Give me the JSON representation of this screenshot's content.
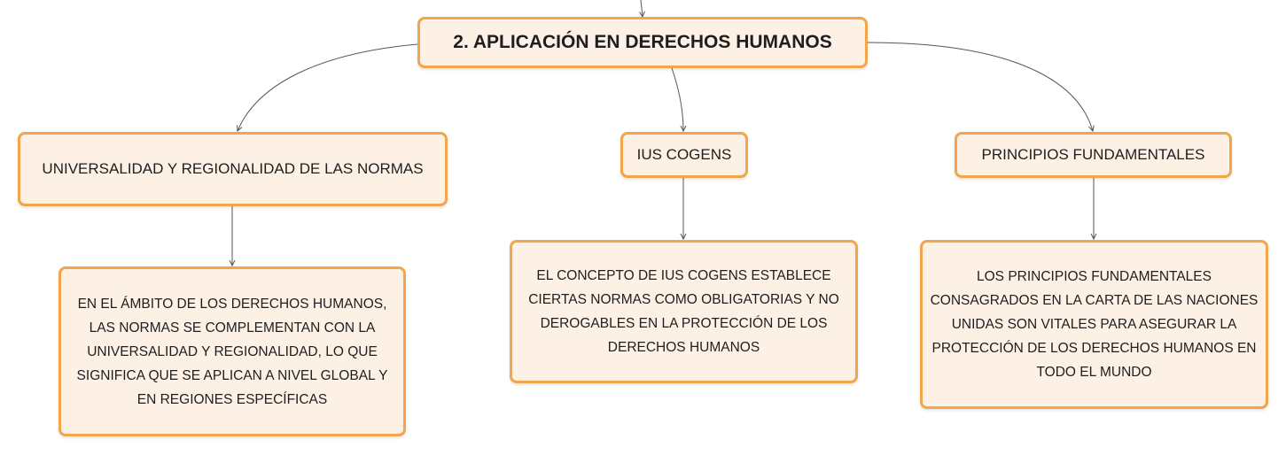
{
  "diagram": {
    "root": {
      "label": "2. APLICACIÓN EN DERECHOS HUMANOS"
    },
    "branches": [
      {
        "label": "UNIVERSALIDAD Y REGIONALIDAD DE LAS NORMAS",
        "detail": "EN EL ÁMBITO DE LOS DERECHOS HUMANOS, LAS NORMAS SE COMPLEMENTAN CON LA UNIVERSALIDAD Y REGIONALIDAD, LO QUE SIGNIFICA QUE SE APLICAN A NIVEL GLOBAL Y EN REGIONES ESPECÍFICAS"
      },
      {
        "label": "IUS COGENS",
        "detail": "EL CONCEPTO DE IUS COGENS ESTABLECE CIERTAS NORMAS COMO OBLIGATORIAS Y NO DEROGABLES EN LA PROTECCIÓN DE LOS DERECHOS HUMANOS"
      },
      {
        "label": "PRINCIPIOS FUNDAMENTALES",
        "detail": "LOS PRINCIPIOS FUNDAMENTALES CONSAGRADOS EN LA CARTA DE LAS NACIONES UNIDAS SON VITALES PARA ASEGURAR LA PROTECCIÓN DE LOS DERECHOS HUMANOS EN TODO EL MUNDO"
      }
    ]
  },
  "colors": {
    "node_fill": "#fdf1e6",
    "node_border": "#f2a54a",
    "connector": "#555555",
    "text": "#1e1e1e"
  }
}
